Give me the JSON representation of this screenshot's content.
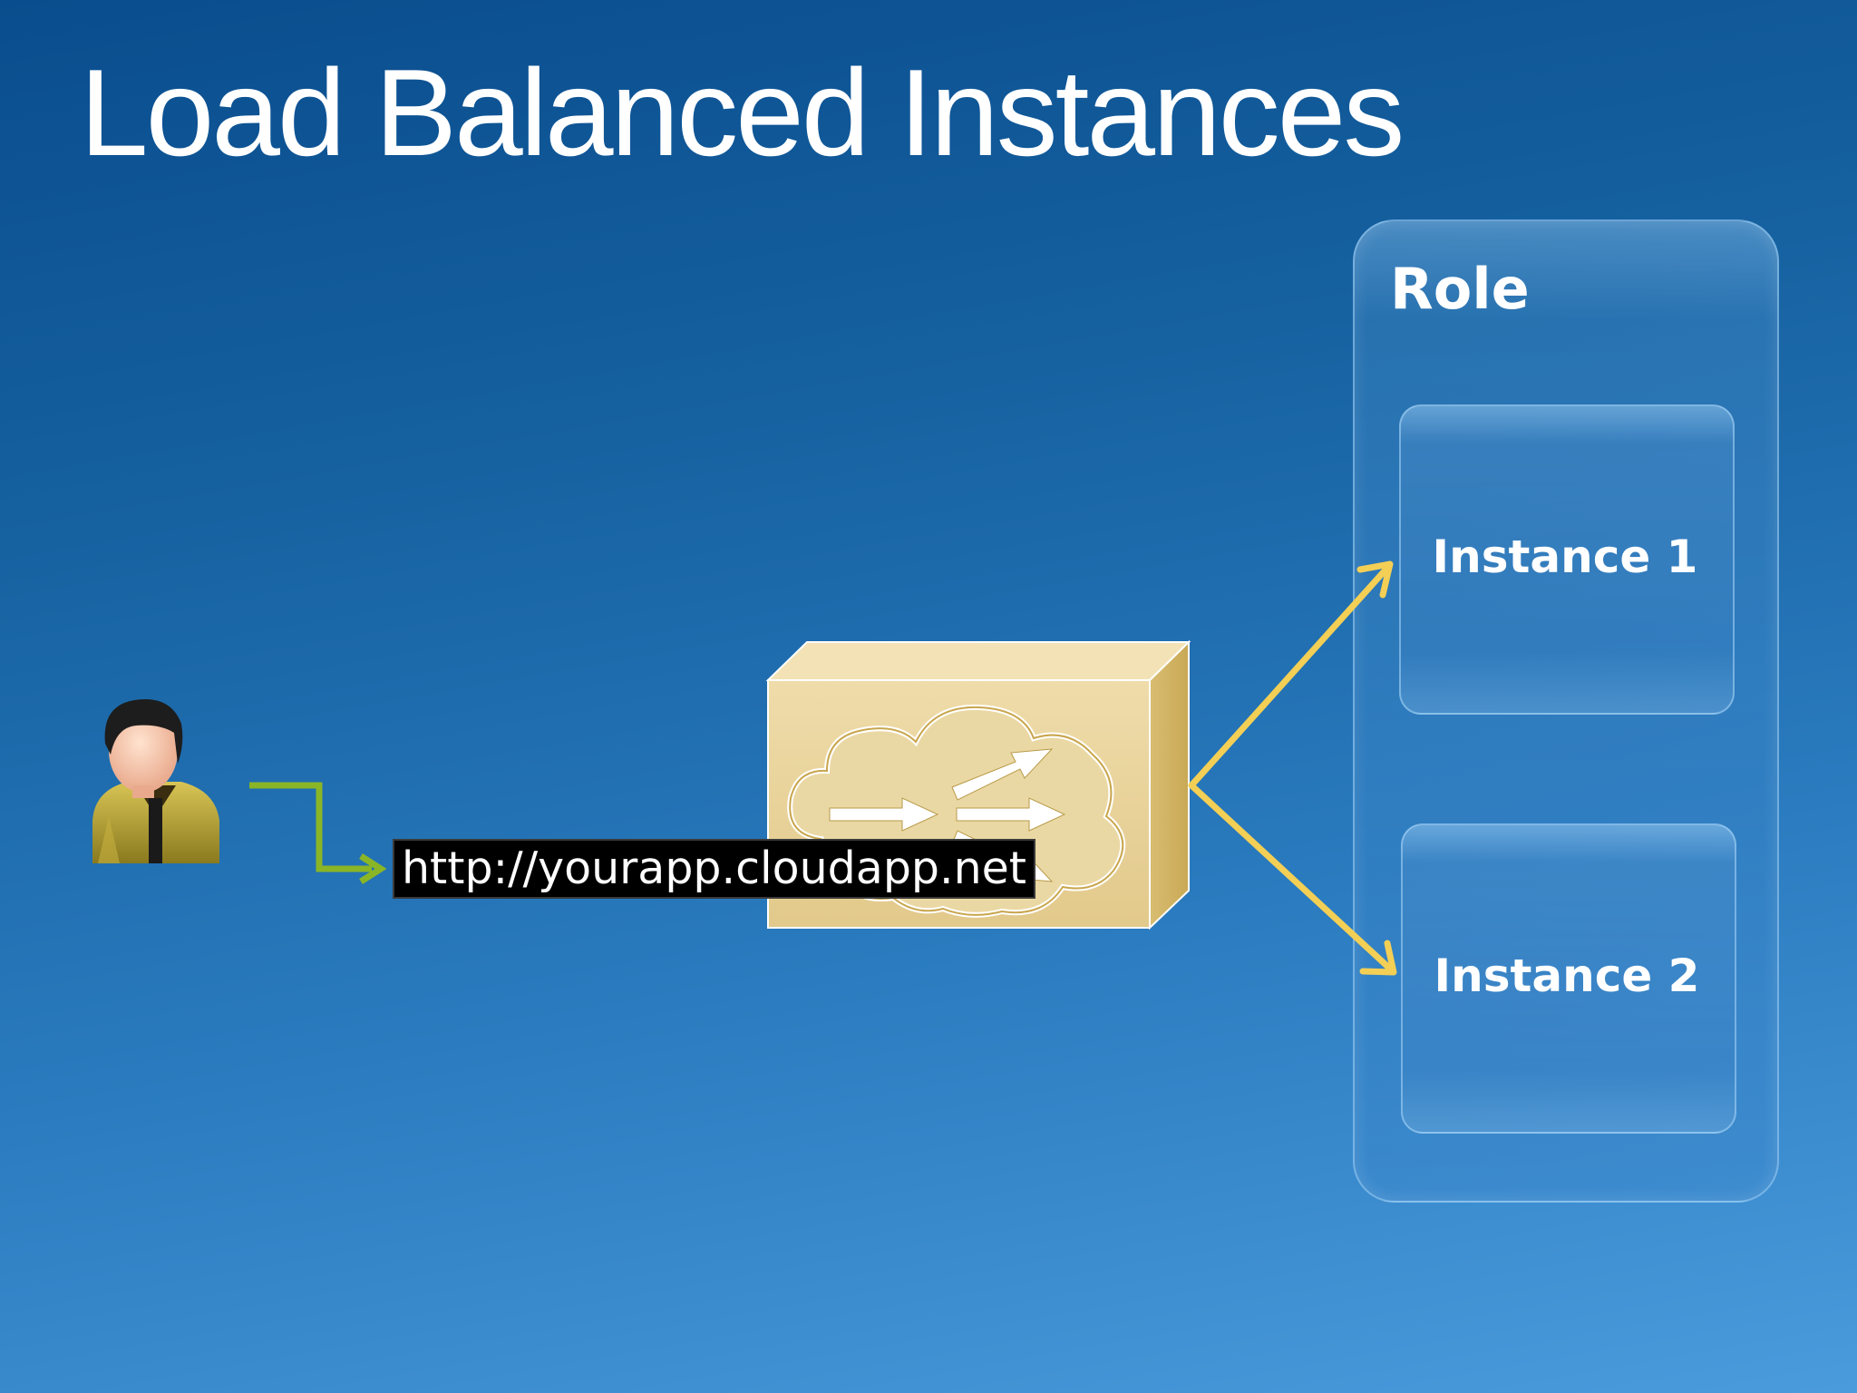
{
  "slide": {
    "title": "Load Balanced Instances"
  },
  "diagram": {
    "role_label": "Role",
    "instances": [
      {
        "label": "Instance 1"
      },
      {
        "label": "Instance 2"
      }
    ],
    "url": "http://yourapp.cloudapp.net",
    "icons": {
      "user": "user-person-icon",
      "load_balancer": "load-balancer-cloud-icon"
    },
    "colors": {
      "user_arrow": "#8ab526",
      "distribution_arrow": "#f3cf55",
      "load_balancer_body": "#e8d39d"
    }
  }
}
